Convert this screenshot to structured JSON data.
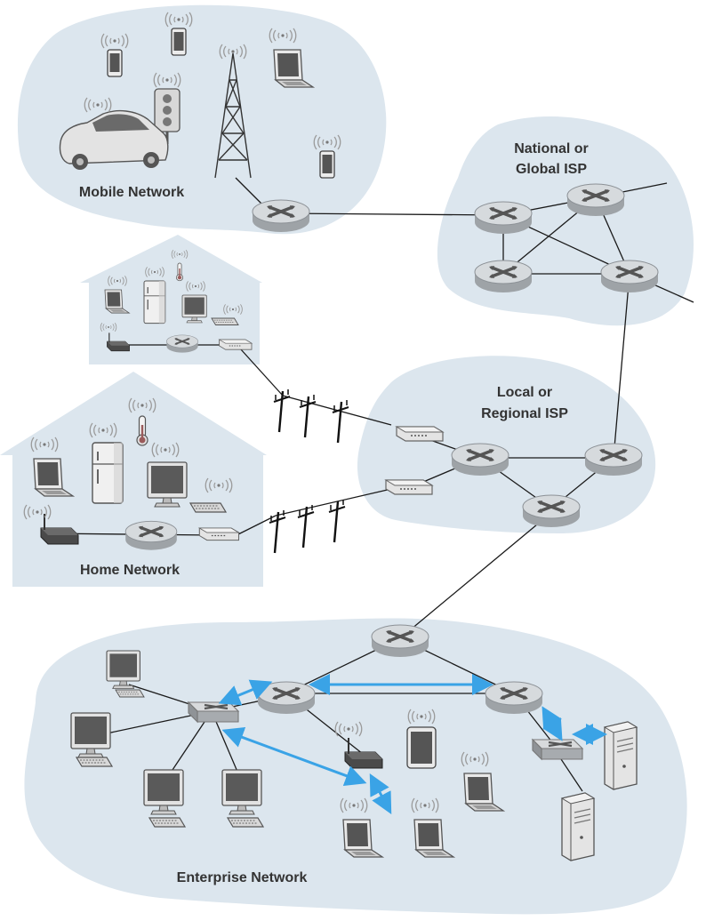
{
  "labels": {
    "mobile": "Mobile Network",
    "national": [
      "National or",
      "Global ISP"
    ],
    "local": [
      "Local or",
      "Regional ISP"
    ],
    "home": "Home Network",
    "enterprise": "Enterprise Network"
  },
  "colors": {
    "region_fill": "#dce6ee",
    "router_top": "#cfd3d6",
    "router_side": "#9ea3a7",
    "link": "#1a1a1a",
    "arrow": "#3aa3e6",
    "label": "#333333"
  },
  "icons": [
    "router-icon",
    "cell-tower-icon",
    "smartphone-icon",
    "traffic-light-icon",
    "car-icon",
    "laptop-icon",
    "desktop-monitor-icon",
    "refrigerator-icon",
    "thermometer-icon",
    "keyboard-icon",
    "cable-modem-icon",
    "wireless-access-point-icon",
    "link-layer-switch-icon",
    "tablet-icon",
    "server-icon",
    "utility-pole-icon",
    "double-arrow-icon"
  ]
}
